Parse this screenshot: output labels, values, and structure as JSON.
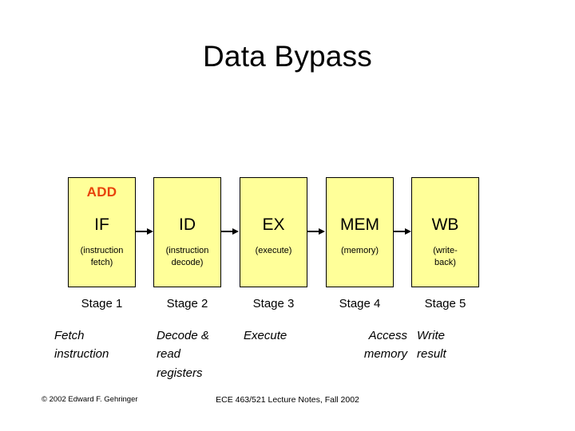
{
  "slide": {
    "title": "Data Bypass",
    "colors": {
      "box_fill": "#ffff99",
      "box_border": "#000000",
      "op_tag": "#e8420a",
      "text": "#000000",
      "background": "#ffffff"
    }
  },
  "pipeline": {
    "op_tag": "ADD",
    "stages": [
      {
        "abbr": "IF",
        "subtitle": "(instruction\nfetch)",
        "stage_label": "Stage 1",
        "description": "Fetch\ninstruction"
      },
      {
        "abbr": "ID",
        "subtitle": "(instruction\ndecode)",
        "stage_label": "Stage 2",
        "description": "Decode &\nread\nregisters"
      },
      {
        "abbr": "EX",
        "subtitle": "(execute)",
        "stage_label": "Stage 3",
        "description": "Execute"
      },
      {
        "abbr": "MEM",
        "subtitle": "(memory)",
        "stage_label": "Stage 4",
        "description": "Access\nmemory"
      },
      {
        "abbr": "WB",
        "subtitle": "(write-\nback)",
        "stage_label": "Stage 5",
        "description": "Write\nresult"
      }
    ]
  },
  "footer": {
    "copyright": "© 2002 Edward F. Gehringer",
    "course": "ECE 463/521 Lecture Notes, Fall 2002"
  }
}
